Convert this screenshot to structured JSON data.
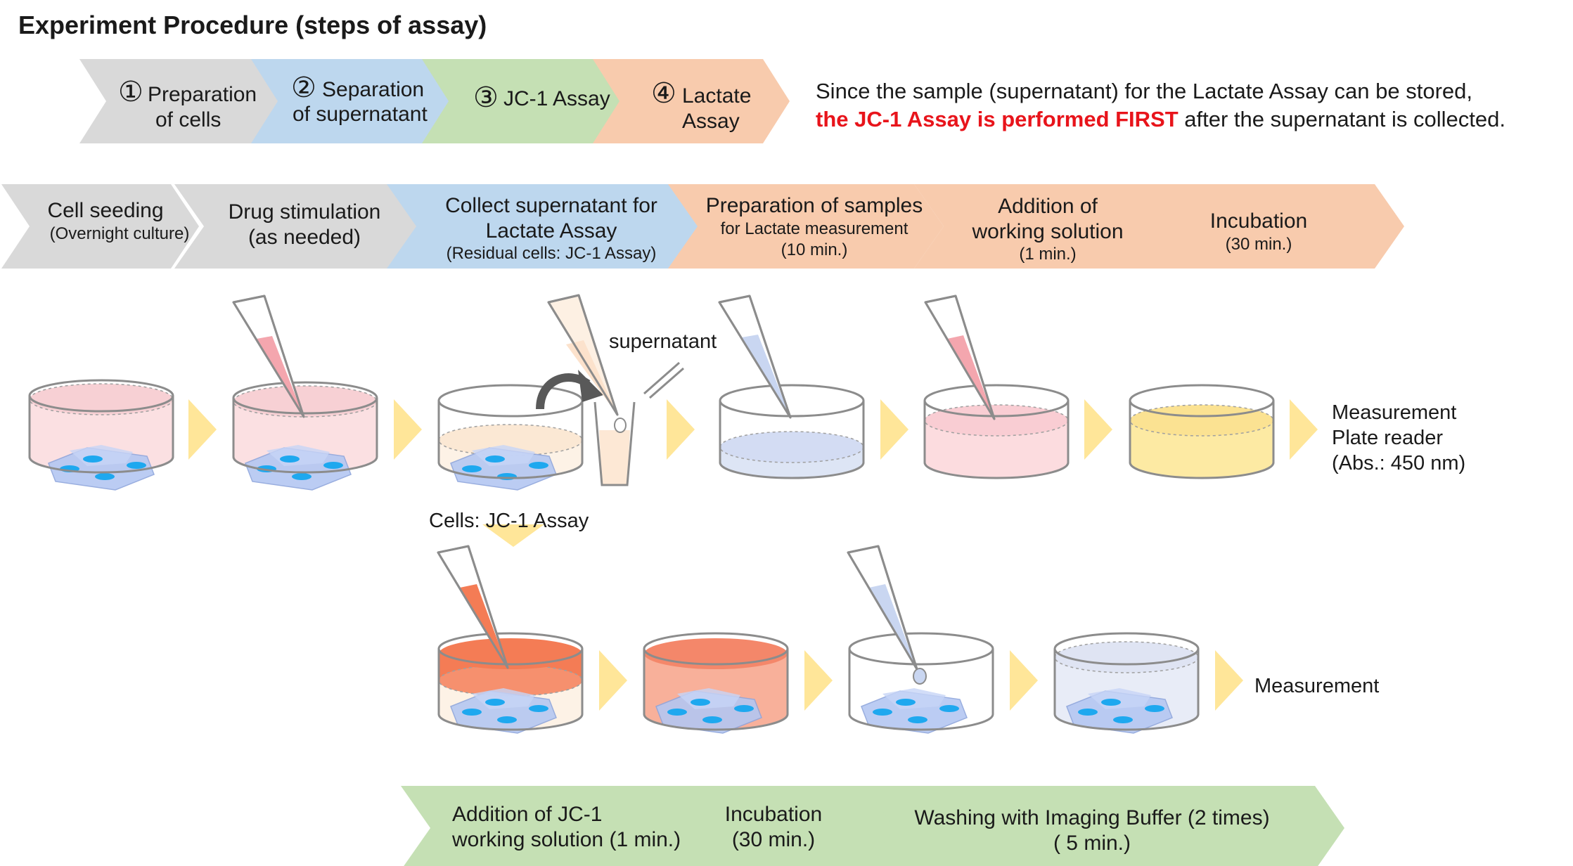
{
  "title": "Experiment Procedure (steps of assay)",
  "colors": {
    "gray": "#d9d9d9",
    "blue": "#bdd7ee",
    "green": "#c5e0b4",
    "orange": "#f8cbad",
    "arrow": "#ffe699",
    "red_text": "#e8141b",
    "dish_pink": "#fbe0e2",
    "dish_cream": "#fdf2e6",
    "dish_blue": "#dde5f5",
    "dish_yellow": "#fdeaa3",
    "dish_orange": "#f47c55",
    "cells": "#b4c7f2",
    "nucleus": "#1ea8ef"
  },
  "phases": [
    {
      "num": "①",
      "lines": [
        "Preparation",
        "of cells"
      ]
    },
    {
      "num": "②",
      "lines": [
        "Separation",
        "of supernatant"
      ]
    },
    {
      "num": "③",
      "lines": [
        "JC-1 Assay"
      ]
    },
    {
      "num": "④",
      "lines": [
        "Lactate",
        "Assay"
      ]
    }
  ],
  "note": {
    "line1": "Since the sample (supernatant) for the Lactate Assay can be stored,",
    "line2_red": "the JC-1 Assay is performed FIRST",
    "line2_rest": " after the supernatant is collected."
  },
  "steps": [
    {
      "line1": "Cell seeding",
      "line2": "(Overnight culture)"
    },
    {
      "line1": "Drug stimulation",
      "line2": "(as needed)"
    },
    {
      "line1": "Collect supernatant for",
      "line2": "Lactate Assay",
      "line3": "(Residual cells: JC-1 Assay)"
    },
    {
      "line1": "Preparation of samples",
      "line2": "for Lactate measurement",
      "line3": "(10 min.)"
    },
    {
      "line1": "Addition of",
      "line2": "working solution",
      "line3": "(1 min.)"
    },
    {
      "line1": "Incubation",
      "line2": "(30 min.)"
    }
  ],
  "labels": {
    "supernatant": "supernatant",
    "measure1": "Measurement",
    "measure2": "Plate reader",
    "measure3": "(Abs.: 450 nm)",
    "cells_jc1": "Cells: JC-1 Assay",
    "measurement_bottom": "Measurement"
  },
  "bottom_steps": [
    {
      "line1": "Addition of JC-1",
      "line2": "working solution (1 min.)"
    },
    {
      "line1": "Incubation",
      "line2": "(30 min.)"
    },
    {
      "line1": "Washing with Imaging Buffer (2 times)",
      "line2": "( 5 min.)"
    }
  ]
}
